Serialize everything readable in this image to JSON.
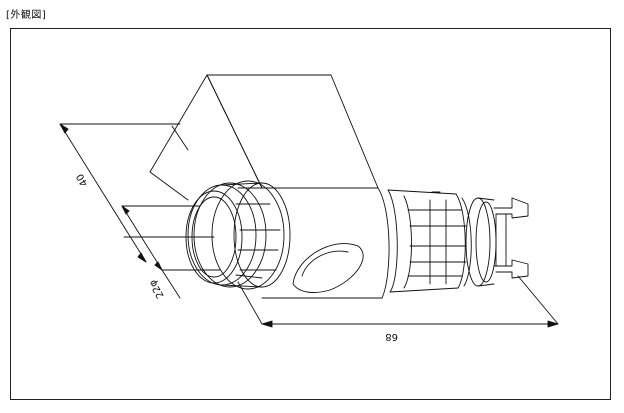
{
  "caption": "[外観図]",
  "dimensions": {
    "height": "40",
    "diameter": "22φ",
    "length": "68"
  }
}
